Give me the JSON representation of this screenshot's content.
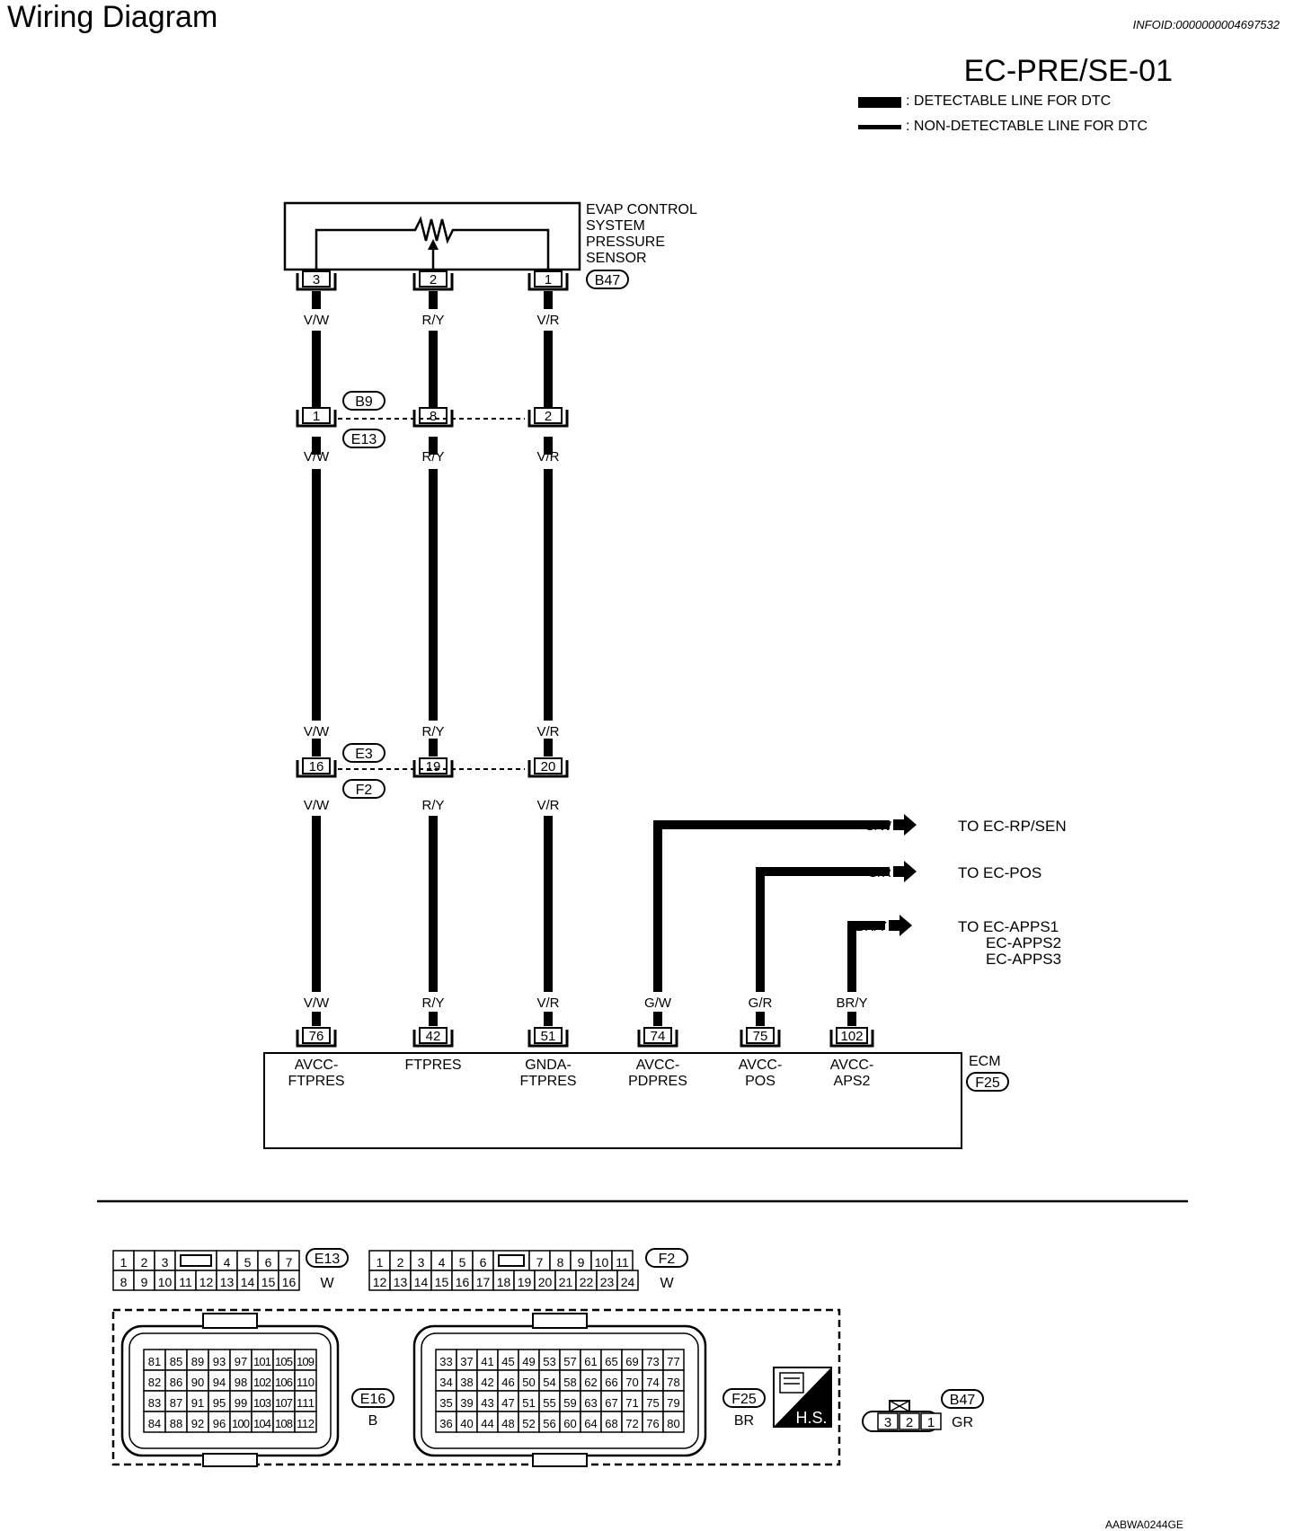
{
  "header": {
    "title": "Wiring Diagram",
    "info_id": "INFOID:0000000004697532",
    "diagram_code": "EC-PRE/SE-01"
  },
  "legend": {
    "detectable": ": DETECTABLE LINE FOR DTC",
    "non_detectable": ": NON-DETECTABLE LINE FOR DTC"
  },
  "sensor": {
    "name_lines": [
      "EVAP CONTROL",
      "SYSTEM",
      "PRESSURE",
      "SENSOR"
    ],
    "connector": "B47",
    "pins": [
      "3",
      "2",
      "1"
    ]
  },
  "wires": [
    {
      "color": "V/W",
      "sensor_pin": "3",
      "b9_pin": "1",
      "e3_pin": "16",
      "ecm_pin": "76",
      "ecm_label": [
        "AVCC-",
        "FTPRES"
      ]
    },
    {
      "color": "R/Y",
      "sensor_pin": "2",
      "b9_pin": "8",
      "e3_pin": "19",
      "ecm_pin": "42",
      "ecm_label": [
        "FTPRES"
      ]
    },
    {
      "color": "V/R",
      "sensor_pin": "1",
      "b9_pin": "2",
      "e3_pin": "20",
      "ecm_pin": "51",
      "ecm_label": [
        "GNDA-",
        "FTPRES"
      ]
    }
  ],
  "connectors_mid": {
    "upper_top": "B9",
    "upper_bottom": "E13",
    "lower_top": "E3",
    "lower_bottom": "F2"
  },
  "branches": [
    {
      "color": "G/W",
      "to": "TO EC-RP/SEN",
      "ecm_pin": "74",
      "ecm_label": [
        "AVCC-",
        "PDPRES"
      ]
    },
    {
      "color": "G/R",
      "to": "TO EC-POS",
      "ecm_pin": "75",
      "ecm_label": [
        "AVCC-",
        "POS"
      ]
    },
    {
      "color": "BR/Y",
      "to": "TO EC-APPS1",
      "to_extra": [
        "EC-APPS2",
        "EC-APPS3"
      ],
      "ecm_pin": "102",
      "ecm_label": [
        "AVCC-",
        "APS2"
      ]
    }
  ],
  "ecm": {
    "name": "ECM",
    "connector": "F25"
  },
  "connector_views": {
    "e13": {
      "id": "E13",
      "color": "W",
      "row1": [
        "1",
        "2",
        "3",
        "",
        "4",
        "5",
        "6",
        "7"
      ],
      "row2": [
        "8",
        "9",
        "10",
        "11",
        "12",
        "13",
        "14",
        "15",
        "16"
      ]
    },
    "f2": {
      "id": "F2",
      "color": "W",
      "row1": [
        "1",
        "2",
        "3",
        "4",
        "5",
        "6",
        "",
        "7",
        "8",
        "9",
        "10",
        "11"
      ],
      "row2": [
        "12",
        "13",
        "14",
        "15",
        "16",
        "17",
        "18",
        "19",
        "20",
        "21",
        "22",
        "23",
        "24"
      ]
    },
    "e16": {
      "id": "E16",
      "color": "B",
      "rows": [
        [
          "81",
          "85",
          "89",
          "93",
          "97",
          "101",
          "105",
          "109"
        ],
        [
          "82",
          "86",
          "90",
          "94",
          "98",
          "102",
          "106",
          "110"
        ],
        [
          "83",
          "87",
          "91",
          "95",
          "99",
          "103",
          "107",
          "111"
        ],
        [
          "84",
          "88",
          "92",
          "96",
          "100",
          "104",
          "108",
          "112"
        ]
      ]
    },
    "f25": {
      "id": "F25",
      "color": "BR",
      "rows": [
        [
          "33",
          "37",
          "41",
          "45",
          "49",
          "53",
          "57",
          "61",
          "65",
          "69",
          "73",
          "77"
        ],
        [
          "34",
          "38",
          "42",
          "46",
          "50",
          "54",
          "58",
          "62",
          "66",
          "70",
          "74",
          "78"
        ],
        [
          "35",
          "39",
          "43",
          "47",
          "51",
          "55",
          "59",
          "63",
          "67",
          "71",
          "75",
          "79"
        ],
        [
          "36",
          "40",
          "44",
          "48",
          "52",
          "56",
          "60",
          "64",
          "68",
          "72",
          "76",
          "80"
        ]
      ]
    },
    "b47": {
      "id": "B47",
      "color": "GR",
      "pins": [
        "3",
        "2",
        "1"
      ]
    },
    "hs_label": "H.S."
  },
  "footer_code": "AABWA0244GE"
}
